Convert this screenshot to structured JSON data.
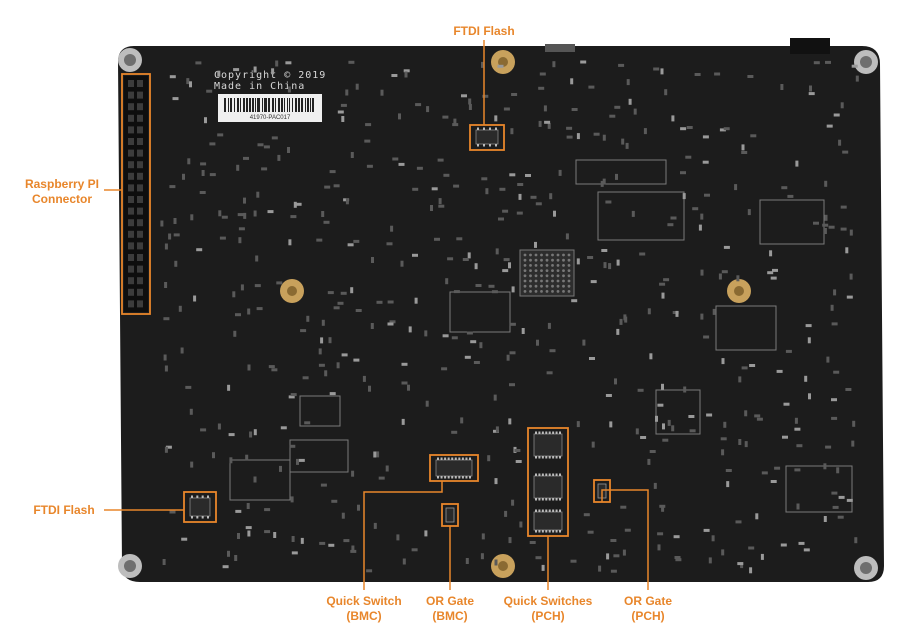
{
  "board": {
    "silkscreen_line1": "Copyright © 2019",
    "silkscreen_line2": "Made in China",
    "sticker_text": "41970-PAC017"
  },
  "callouts": {
    "ftdi_flash_top": "FTDI Flash",
    "raspberry_pi_line1": "Raspberry PI",
    "raspberry_pi_line2": "Connector",
    "ftdi_flash_left": "FTDI Flash",
    "quick_switch_bmc_line1": "Quick Switch",
    "quick_switch_bmc_line2": "(BMC)",
    "or_gate_bmc_line1": "OR Gate",
    "or_gate_bmc_line2": "(BMC)",
    "quick_switches_pch_line1": "Quick Switches",
    "quick_switches_pch_line2": "(PCH)",
    "or_gate_pch_line1": "OR Gate",
    "or_gate_pch_line2": "(PCH)"
  },
  "colors": {
    "accent": "#e8862b",
    "pcb": "#1c1c1c",
    "silkscreen": "#d8d8d8",
    "pad": "#c8a15c"
  }
}
